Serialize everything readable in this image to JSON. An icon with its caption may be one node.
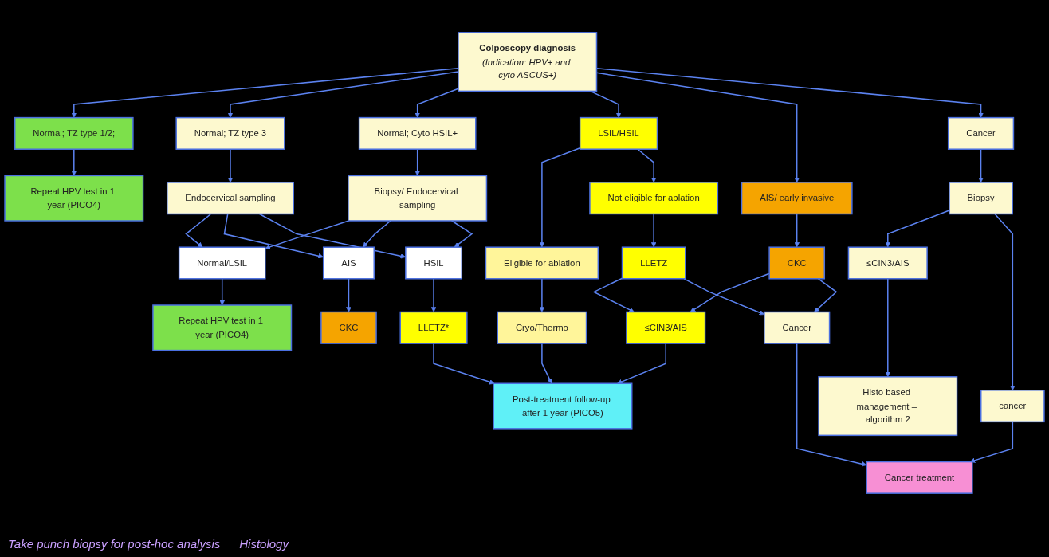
{
  "diagram": {
    "nodes": [
      {
        "text": [
          "Colposcopy diagnosis",
          "(Indication: HPV+ and cyto ASCUS+)"
        ]
      },
      {
        "text": [
          "Normal; TZ type 1/2;"
        ]
      },
      {
        "text": [
          "Normal; TZ type 3"
        ]
      },
      {
        "text": [
          "Normal; Cyto HSIL+"
        ]
      },
      {
        "text": [
          "LSIL/HSIL"
        ]
      },
      {
        "text": [
          "AIS/ early invasive"
        ]
      },
      {
        "text": [
          "Cancer"
        ]
      },
      {
        "text": [
          "Repeat HPV test in 1 year (PICO4)"
        ]
      },
      {
        "text": [
          "Endocervical sampling"
        ]
      },
      {
        "text": [
          "Biopsy/ Endocervical sampling"
        ]
      },
      {
        "text": [
          "Eligible for ablation"
        ]
      },
      {
        "text": [
          "Not eligible for ablation"
        ]
      },
      {
        "text": [
          "CKC"
        ]
      },
      {
        "text": [
          "Biopsy"
        ]
      },
      {
        "text": [
          "≤CIN3/AIS"
        ]
      },
      {
        "text": [
          "cancer"
        ]
      },
      {
        "text": [
          "Normal/LSIL"
        ]
      },
      {
        "text": [
          "AIS"
        ]
      },
      {
        "text": [
          "HSIL"
        ]
      },
      {
        "text": [
          "LLETZ"
        ]
      },
      {
        "text": [
          "Histo based management – algorithm 2"
        ]
      },
      {
        "text": [
          "Repeat HPV test in 1 year (PICO4)"
        ]
      },
      {
        "text": [
          "CKC"
        ]
      },
      {
        "text": [
          "LLETZ*"
        ]
      },
      {
        "text": [
          "Cryo/Thermo"
        ]
      },
      {
        "text": [
          "≤CIN3/AIS"
        ]
      },
      {
        "text": [
          "Cancer"
        ]
      },
      {
        "text": [
          "Cancer treatment"
        ]
      },
      {
        "text": [
          "Post-treatment follow-up after 1 year (PICO5)"
        ]
      }
    ],
    "edges": [
      {
        "from": 0,
        "to": 1,
        "arrow": "to"
      },
      {
        "from": 0,
        "to": 2,
        "arrow": "to"
      },
      {
        "from": 0,
        "to": 3,
        "arrow": "to"
      },
      {
        "from": 0,
        "to": 4,
        "arrow": "to"
      },
      {
        "from": 0,
        "to": 5,
        "arrow": "to"
      },
      {
        "from": 0,
        "to": 6,
        "arrow": "to"
      },
      {
        "from": 1,
        "to": 7,
        "arrow": "to"
      },
      {
        "from": 2,
        "to": 8,
        "arrow": "to"
      },
      {
        "from": 3,
        "to": 9,
        "arrow": "to"
      },
      {
        "from": 4,
        "to": 10,
        "arrow": "to"
      },
      {
        "from": 4,
        "to": 11,
        "arrow": "to"
      },
      {
        "from": 5,
        "to": 12,
        "arrow": "to"
      },
      {
        "from": 6,
        "to": 13,
        "arrow": "to"
      },
      {
        "from": 13,
        "to": 14,
        "arrow": "to"
      },
      {
        "from": 13,
        "to": 15,
        "arrow": "to"
      },
      {
        "from": 8,
        "to": 16,
        "arrow": "to"
      },
      {
        "from": 8,
        "to": 17,
        "arrow": "to"
      },
      {
        "from": 8,
        "to": 18,
        "arrow": "to"
      },
      {
        "from": 9,
        "to": 16,
        "arrow": "to"
      },
      {
        "from": 9,
        "to": 17,
        "arrow": "to"
      },
      {
        "from": 9,
        "to": 18,
        "arrow": "to"
      },
      {
        "from": 11,
        "to": 19,
        "arrow": "to"
      },
      {
        "from": 14,
        "to": 20,
        "arrow": "to"
      },
      {
        "from": 16,
        "to": 21,
        "arrow": "to"
      },
      {
        "from": 17,
        "to": 22,
        "arrow": "to"
      },
      {
        "from": 18,
        "to": 23,
        "arrow": "to"
      },
      {
        "from": 10,
        "to": 24,
        "arrow": "to"
      },
      {
        "from": 19,
        "to": 25,
        "arrow": "to"
      },
      {
        "from": 19,
        "to": 26,
        "arrow": "to"
      },
      {
        "from": 12,
        "to": 25,
        "arrow": "to"
      },
      {
        "from": 12,
        "to": 26,
        "arrow": "to"
      },
      {
        "from": 26,
        "to": 27,
        "arrow": "to"
      },
      {
        "from": 15,
        "to": 27,
        "arrow": "to"
      },
      {
        "from": 23,
        "to": 28,
        "arrow": "to"
      },
      {
        "from": 24,
        "to": 28,
        "arrow": "to"
      },
      {
        "from": 25,
        "to": 28,
        "arrow": "to"
      }
    ],
    "labels": [
      "Take punch biopsy for post-hoc analysis",
      "Histology"
    ]
  }
}
